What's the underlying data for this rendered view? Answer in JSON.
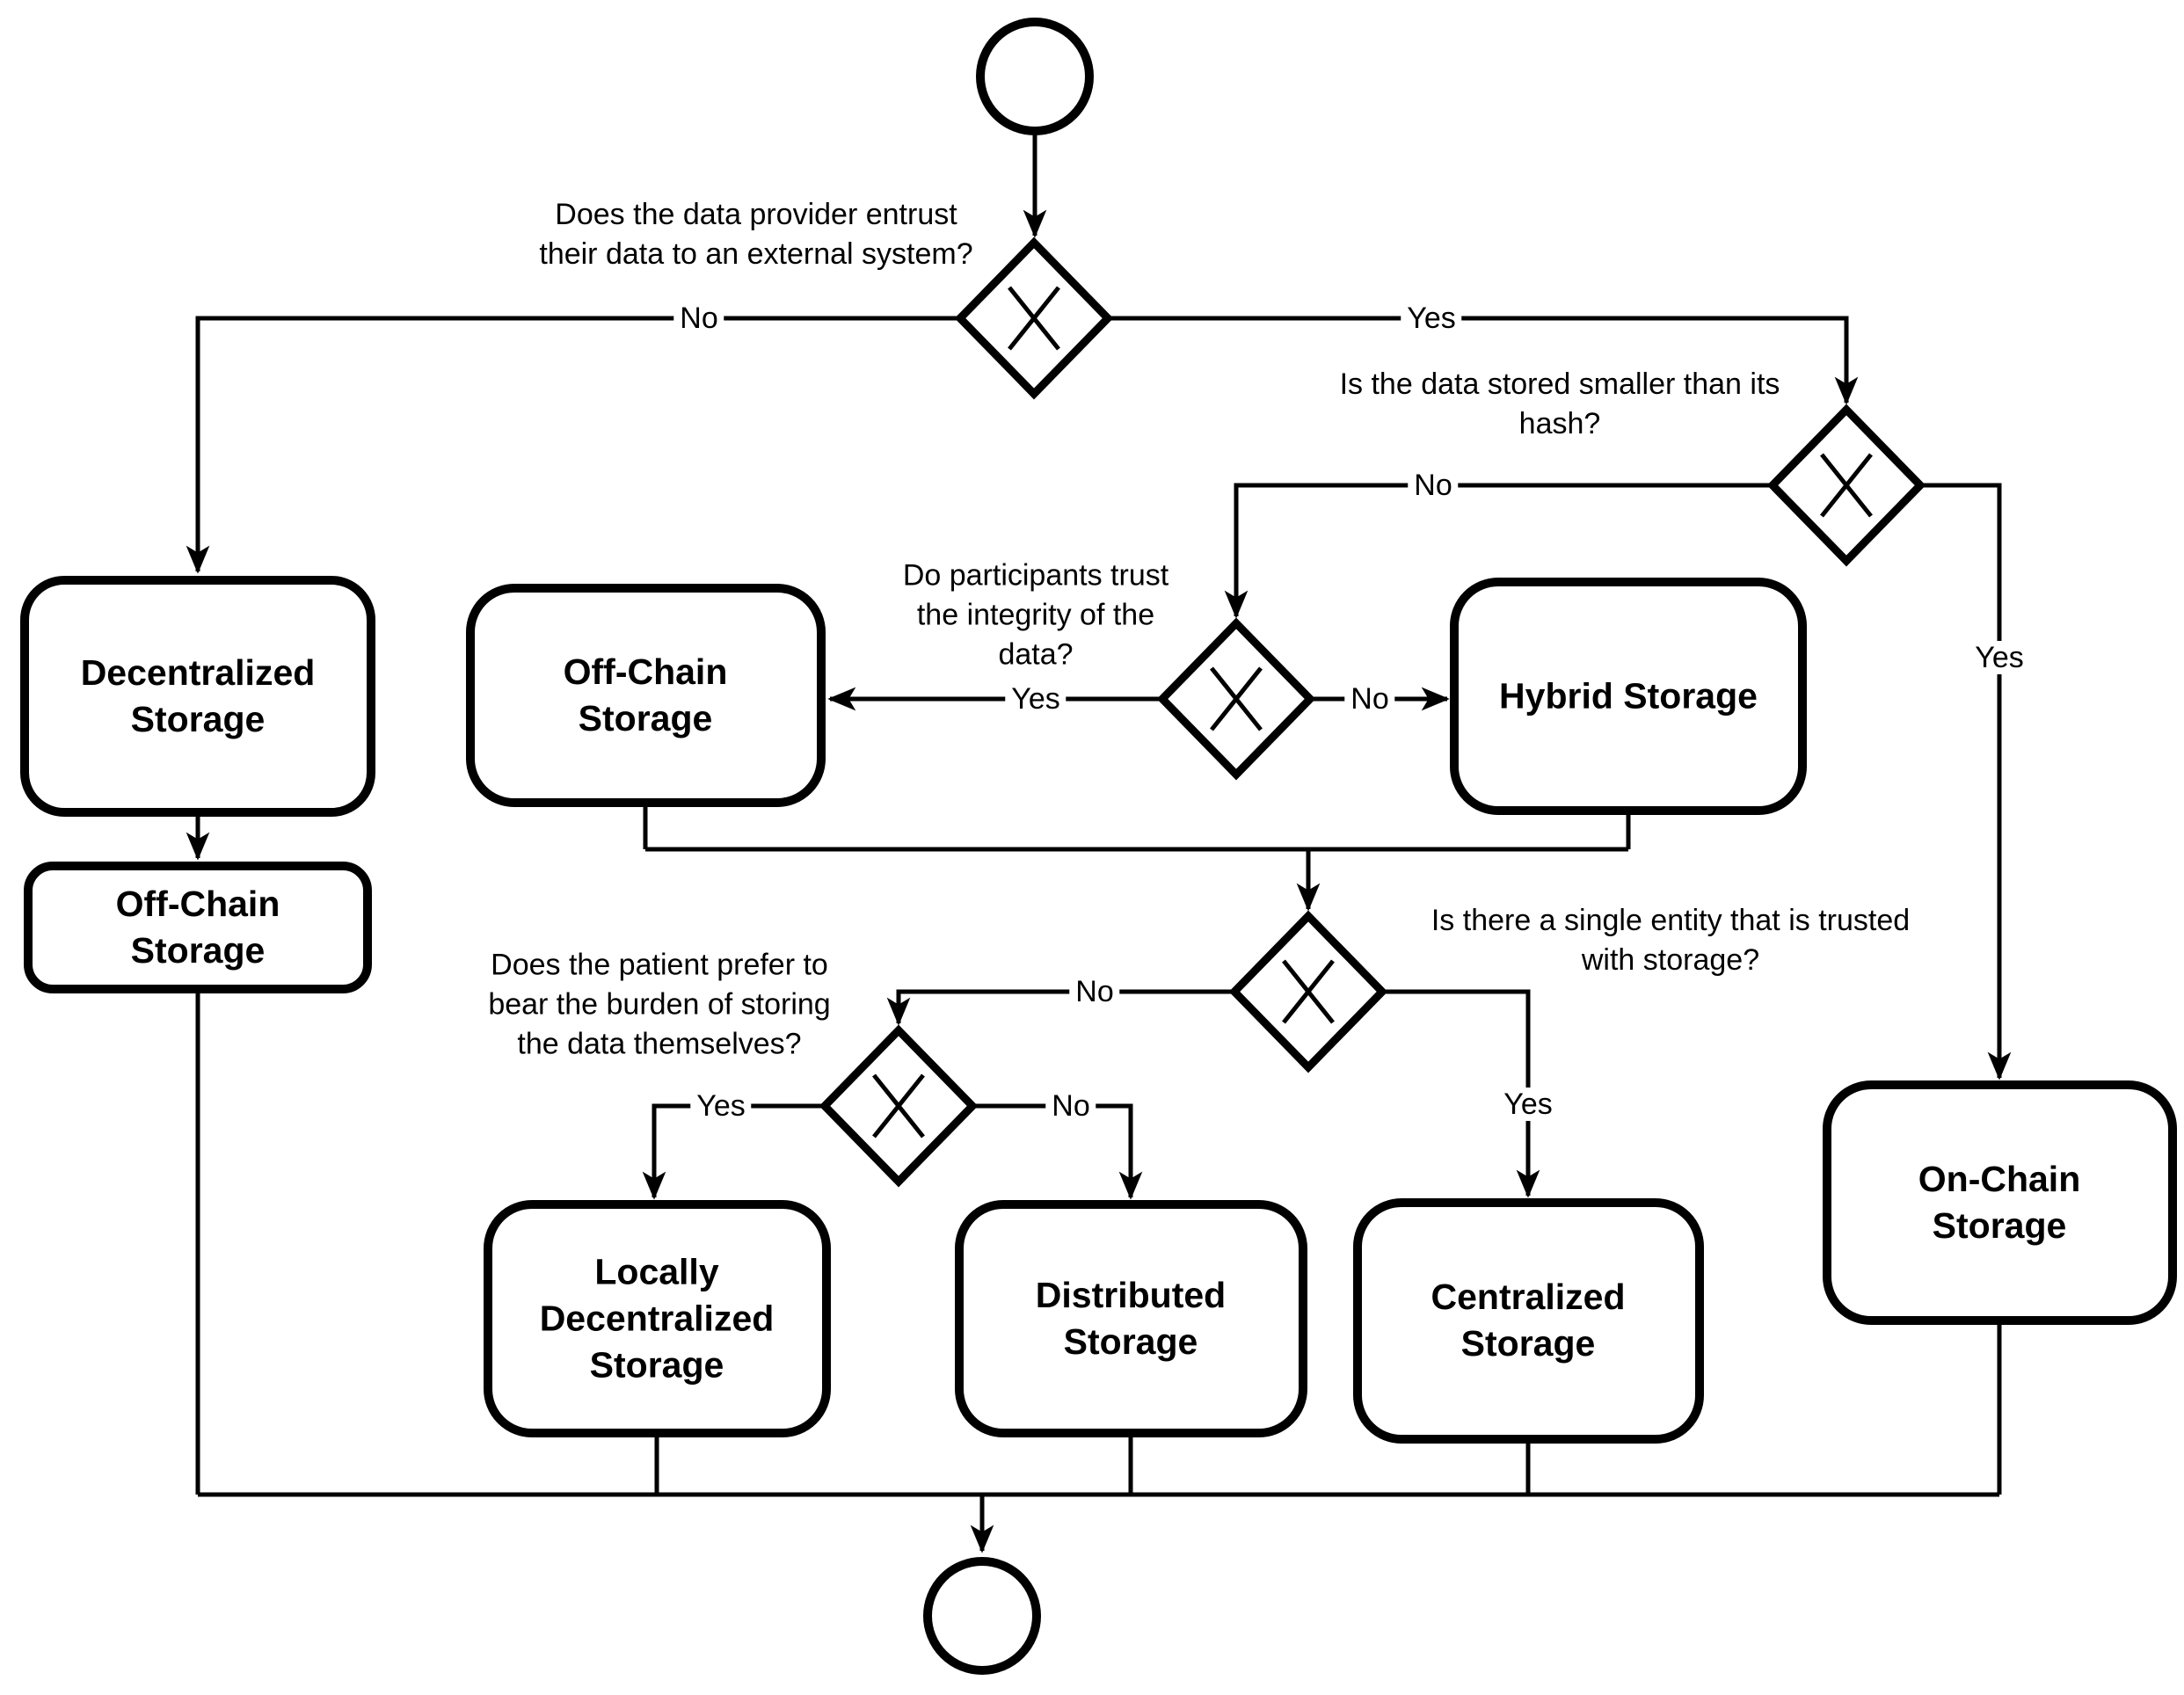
{
  "colors": {
    "line": "#000000",
    "background": "#ffffff",
    "text": "#000000"
  },
  "questions": {
    "data_provider_external": "Does the data provider entrust\ntheir data to an external system?",
    "data_smaller_than_hash": "Is the data stored smaller than its\nhash?",
    "participants_trust_integrity": "Do participants trust\nthe integrity of the\ndata?",
    "single_trusted_entity": "Is there a single entity that is trusted\nwith storage?",
    "patient_bear_burden": "Does the patient prefer to\nbear the burden of storing\nthe data themselves?"
  },
  "nodes": {
    "decentralized": "Decentralized\nStorage",
    "offchain_left": "Off-Chain\nStorage",
    "offchain_mid": "Off-Chain\nStorage",
    "hybrid": "Hybrid Storage",
    "locally_decentralized": "Locally\nDecentralized\nStorage",
    "distributed": "Distributed\nStorage",
    "centralized": "Centralized\nStorage",
    "onchain": "On-Chain\nStorage"
  },
  "edge_labels": {
    "q1_no": "No",
    "q1_yes": "Yes",
    "q2_no": "No",
    "q2_yes": "Yes",
    "q3_yes": "Yes",
    "q3_no": "No",
    "q4_no": "No",
    "q4_yes": "Yes",
    "q5_yes": "Yes",
    "q5_no": "No"
  }
}
